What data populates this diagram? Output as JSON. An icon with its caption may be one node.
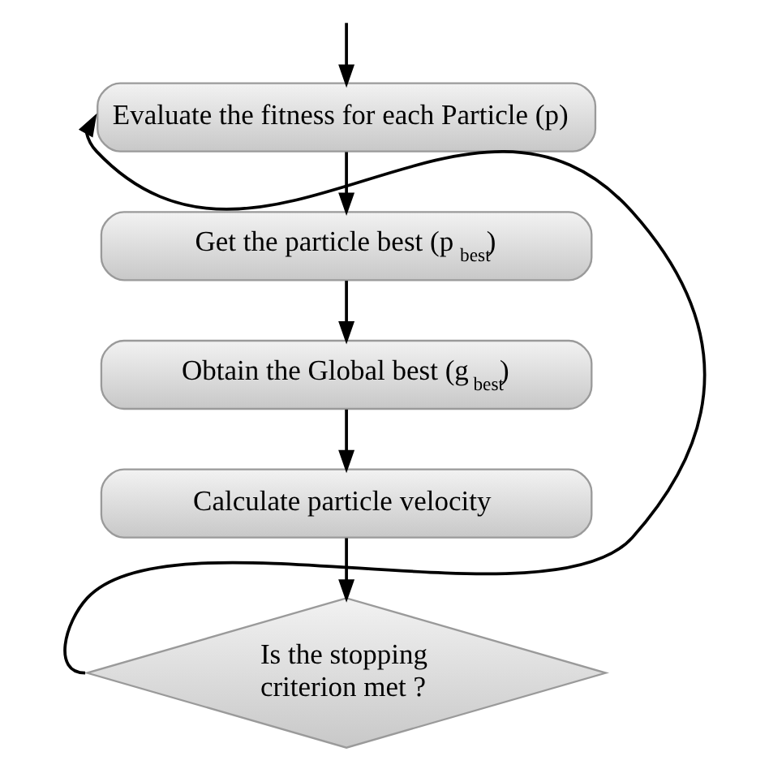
{
  "diagram": {
    "nodes": [
      {
        "text": [
          "Evaluate the fitness for each Particle (p)"
        ]
      },
      {
        "text": [
          "Get the particle best (p$_{best}$)"
        ]
      },
      {
        "text": [
          "Obtain the Global best (g$_{best}$)"
        ]
      },
      {
        "text": [
          "Calculate particle velocity"
        ]
      },
      {
        "text": [
          "Is the stopping criterion met ?"
        ]
      }
    ],
    "edges": [
      {
        "from": null,
        "to": 0,
        "arrow": "to"
      },
      {
        "from": 0,
        "to": 1,
        "arrow": "to"
      },
      {
        "from": 1,
        "to": 2,
        "arrow": "to"
      },
      {
        "from": 2,
        "to": 3,
        "arrow": "to"
      },
      {
        "from": 3,
        "to": 4,
        "arrow": "to"
      },
      {
        "from": 4,
        "to": 0,
        "arrow": "to"
      }
    ]
  }
}
